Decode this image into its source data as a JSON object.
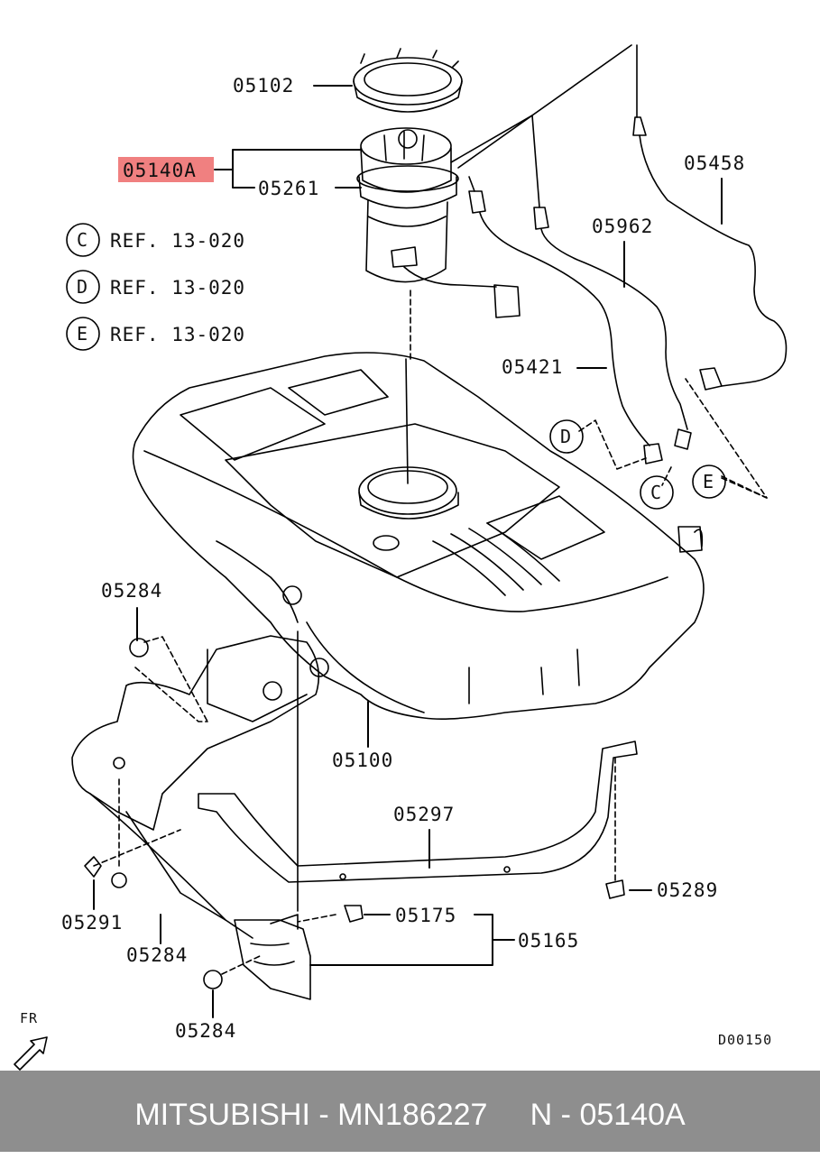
{
  "diagram": {
    "labels": {
      "cap": "05102",
      "highlighted": "05140A",
      "pump_module": "05261",
      "line_a": "05458",
      "line_b": "05962",
      "line_c": "05421",
      "tank": "05100",
      "grommet_top": "05284",
      "bracket_strap": "05297",
      "clip_right": "05289",
      "clip_left": "05291",
      "grommet_mid": "05284",
      "grommet_bottom": "05284",
      "clip_small": "05175",
      "protector": "05165"
    },
    "refs": [
      {
        "letter": "C",
        "text": "REF. 13-020"
      },
      {
        "letter": "D",
        "text": "REF. 13-020"
      },
      {
        "letter": "E",
        "text": "REF. 13-020"
      }
    ],
    "callouts": {
      "d": "D",
      "c": "C",
      "e": "E"
    },
    "front_mark": "FR",
    "drawing_code": "D00150",
    "highlight_color": "#f08080"
  },
  "footer": {
    "text": "MITSUBISHI - MN186227     N - 05140A",
    "background": "#8e8e8e"
  }
}
